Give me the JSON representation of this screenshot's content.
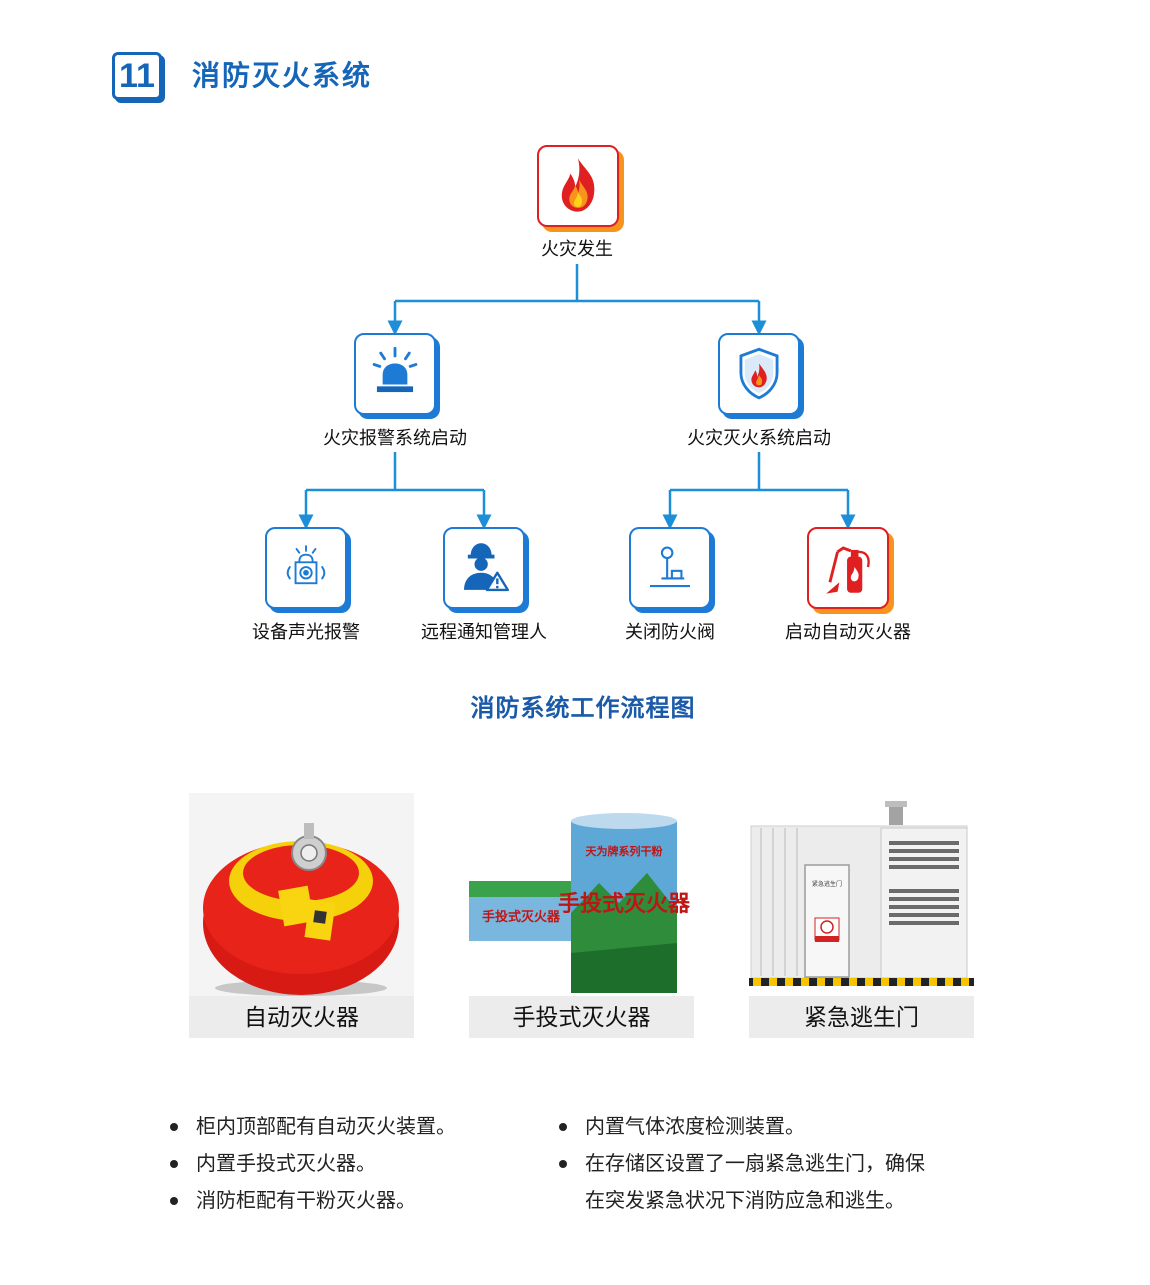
{
  "section": {
    "number": "11",
    "title": "消防灭火系统"
  },
  "flow": {
    "root": {
      "label": "火灾发生",
      "icon": "fire-icon"
    },
    "level2": [
      {
        "label": "火灾报警系统启动",
        "icon": "alarm-siren-icon"
      },
      {
        "label": "火灾灭火系统启动",
        "icon": "fire-shield-icon"
      }
    ],
    "level3": [
      {
        "label": "设备声光报警",
        "icon": "sound-light-alarm-icon"
      },
      {
        "label": "远程通知管理人",
        "icon": "worker-warning-icon"
      },
      {
        "label": "关闭防火阀",
        "icon": "valve-lever-icon"
      },
      {
        "label": "启动自动灭火器",
        "icon": "fire-extinguisher-icon"
      }
    ],
    "caption": "消防系统工作流程图"
  },
  "products": [
    {
      "caption": "自动灭火器"
    },
    {
      "caption": "手投式灭火器",
      "label_top": "天为牌系列干粉",
      "label_main": "手投式灭火器",
      "label_side": "手投式灭火器"
    },
    {
      "caption": "紧急逃生门",
      "door_sign": "紧急逃生门"
    }
  ],
  "bullets_left": [
    "柜内顶部配有自动灭火装置。",
    "内置手投式灭火器。",
    "消防柜配有干粉灭火器。"
  ],
  "bullets_right": [
    "内置气体浓度检测装置。",
    "在存储区设置了一扇紧急逃生门，确保",
    "在突发紧急状况下消防应急和逃生。"
  ],
  "colors": {
    "brand_blue": "#1565b8",
    "arrow_blue": "#1d8fd8",
    "fire_red": "#e02020",
    "fire_orange": "#f7941d"
  }
}
